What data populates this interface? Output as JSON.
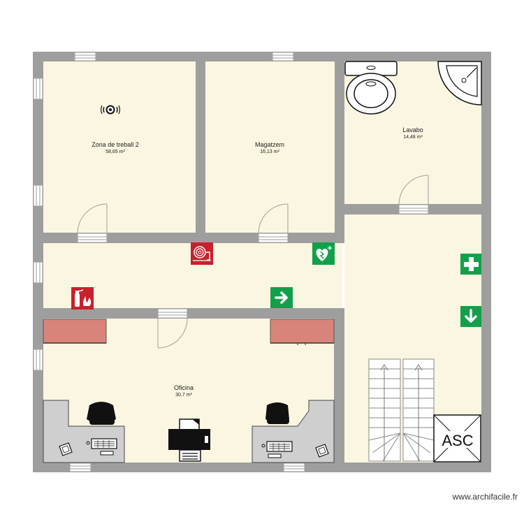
{
  "rooms": {
    "zona": {
      "name": "Zona de treball 2",
      "area": "58,65 m²"
    },
    "magatzem": {
      "name": "Magatzem",
      "area": "16,13 m²"
    },
    "lavabo": {
      "name": "Lavabo",
      "area": "14,48 m²"
    },
    "oficina": {
      "name": "Oficina",
      "area": "30,7 m²"
    }
  },
  "elevator": {
    "label": "ASC"
  },
  "watermark": {
    "text": "www.archifacile.fr"
  },
  "colors": {
    "floor": "#fbf6e1",
    "wall": "#9e9e9e",
    "safety_green": "#12a04a",
    "fire_red": "#c8202c",
    "cabinet": "#d9847a",
    "desk": "#cfcfcf"
  },
  "icons": [
    "motion-sensor-icon",
    "fire-hose-icon",
    "aed-defibrillator-icon",
    "fire-extinguisher-icon",
    "exit-arrow-right-icon",
    "first-aid-cross-icon",
    "exit-arrow-down-icon",
    "toilet-icon",
    "sink-icon",
    "printer-icon",
    "office-chair-icon",
    "computer-icon",
    "phone-icon"
  ]
}
